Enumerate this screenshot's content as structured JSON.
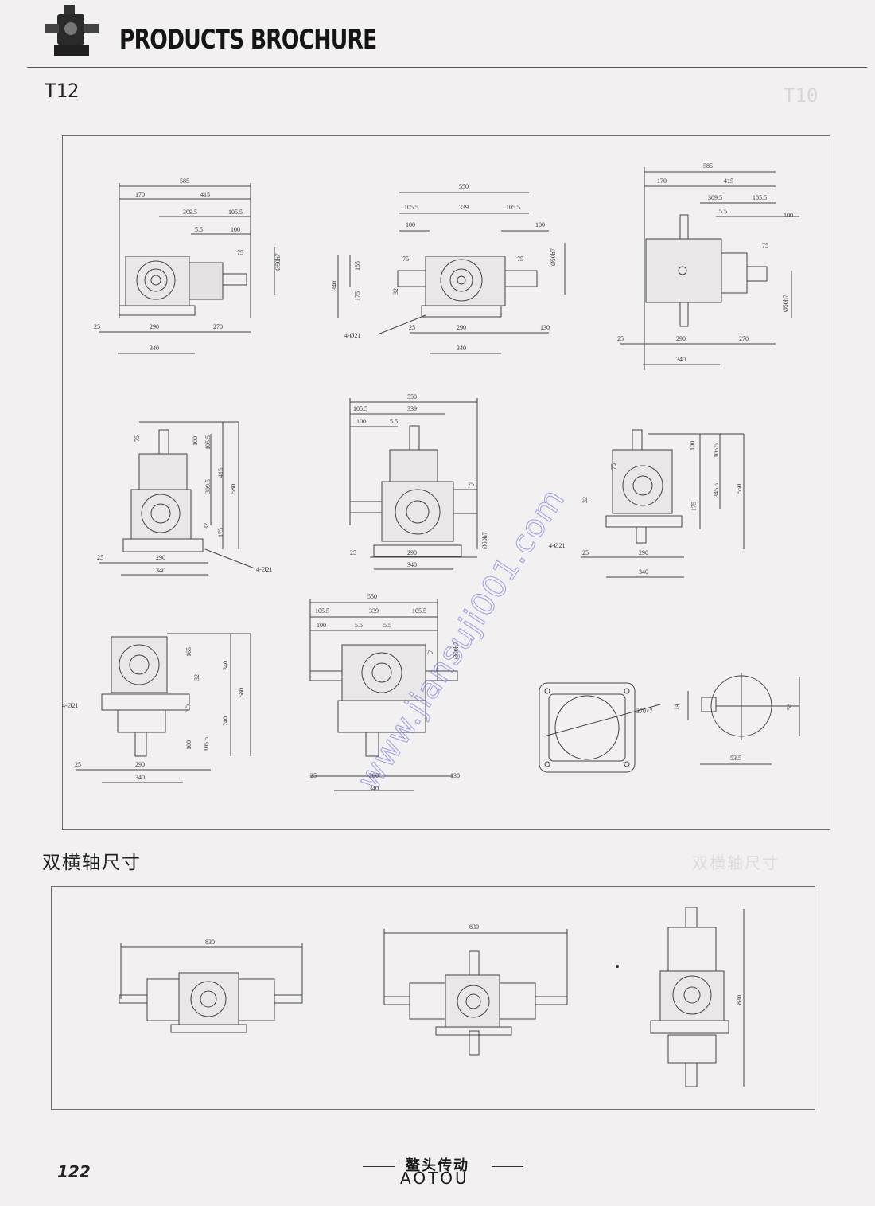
{
  "header": {
    "brand": "PRODUCTS BROCHURE",
    "model": "T12",
    "ghost_model": "T10"
  },
  "section_title": "双横轴尺寸",
  "ghost_section_title": "双横轴尺寸",
  "footer": {
    "page_number": "122",
    "company_cn": "鳌头传动",
    "company_en": "AOTOU"
  },
  "watermark": "www.jiansuji001.com",
  "dims": {
    "d585": "585",
    "d170": "170",
    "d415": "415",
    "d3095": "309.5",
    "d1055": "105.5",
    "d55": "5.5",
    "d100": "100",
    "d75": "75",
    "dshaft": "Ø50h7",
    "d25": "25",
    "d290": "290",
    "d270": "270",
    "d340": "340",
    "d550": "550",
    "d339": "339",
    "d130": "130",
    "d165": "165",
    "d175": "175",
    "d32": "32",
    "dholes": "4-Ø21",
    "d580": "580",
    "d3455": "345.5",
    "d240": "240",
    "dflange": "370×7",
    "d14": "14",
    "d58": "58",
    "d535": "53.5",
    "d830": "830"
  }
}
